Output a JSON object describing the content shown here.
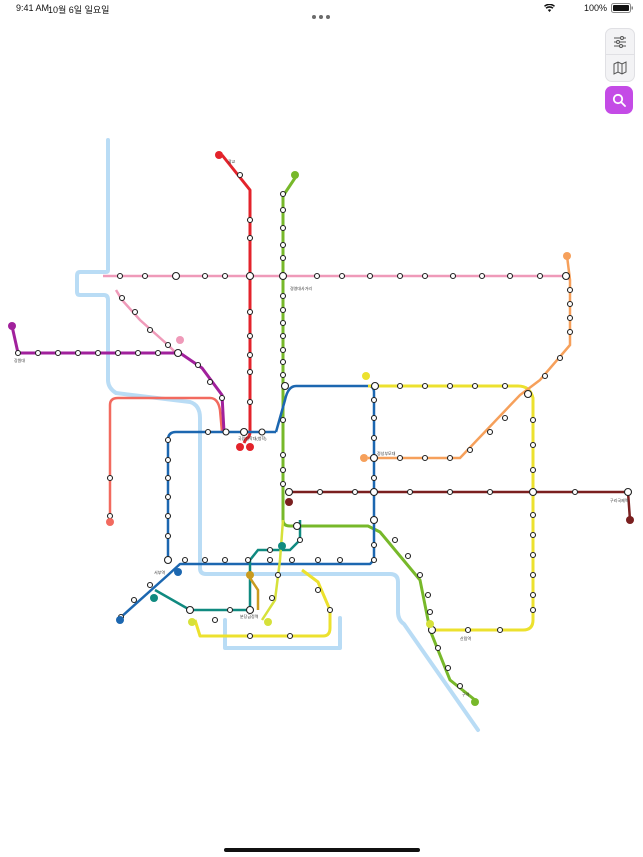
{
  "status_bar": {
    "time": "9:41 AM",
    "date": "10월 6일 일요일",
    "battery": "100%"
  },
  "toolbar": {
    "settings_icon": "sliders-icon",
    "map_icon": "map-icon",
    "search_icon": "search-icon",
    "search_color": "#c44be6"
  },
  "map": {
    "colors": {
      "river": "#b9dcf5",
      "line_red": "#e3232b",
      "line_green": "#77b82a",
      "line_blue": "#1c67b0",
      "line_yellow": "#ece12e",
      "line_pink": "#ef9ab9",
      "line_purple": "#a1219c",
      "line_orange": "#f6a05b",
      "line_brown": "#7a1f1f",
      "line_teal": "#108a80",
      "line_lime": "#d6e13a",
      "line_salmon": "#f26a5f",
      "line_gold": "#c99b1e",
      "line_gray": "#aaaaaa"
    },
    "labels": {
      "red_top": "광교",
      "pink_hub": "경영대사거리",
      "transfer_center": "국립청학대(청학)",
      "purple_west": "강원대",
      "blue_main": "서부역",
      "blue_center": "정성부모대",
      "brown_east": "구리국제역",
      "green_south": "구역",
      "yellow_south": "산림역",
      "crossing_south": "분당금정역"
    }
  }
}
